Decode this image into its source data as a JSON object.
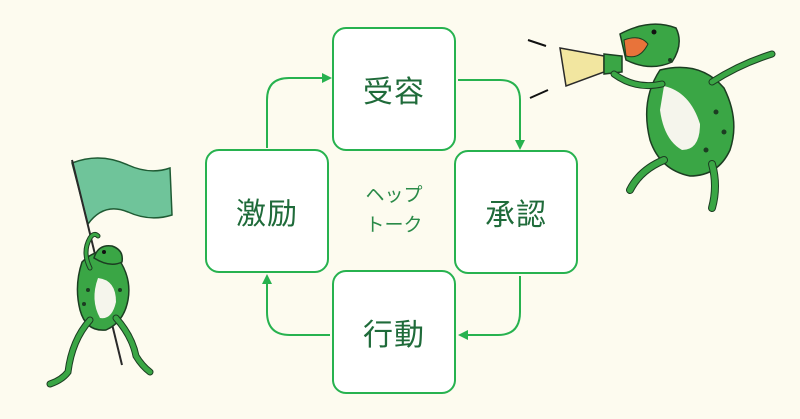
{
  "diagram": {
    "center_label": [
      "ヘップ",
      "トーク"
    ],
    "steps": [
      {
        "id": "top",
        "label": "受容"
      },
      {
        "id": "right",
        "label": "承認"
      },
      {
        "id": "bottom",
        "label": "行動"
      },
      {
        "id": "left",
        "label": "激励"
      }
    ],
    "flow": [
      "受容",
      "承認",
      "行動",
      "激励",
      "受容"
    ]
  },
  "colors": {
    "accent": "#27b24f",
    "frog": "#3aa645",
    "flag": "#6fc49a",
    "background": "#fdfbef"
  },
  "illustrations": [
    "frog-with-flag-icon",
    "frog-with-megaphone-icon"
  ]
}
